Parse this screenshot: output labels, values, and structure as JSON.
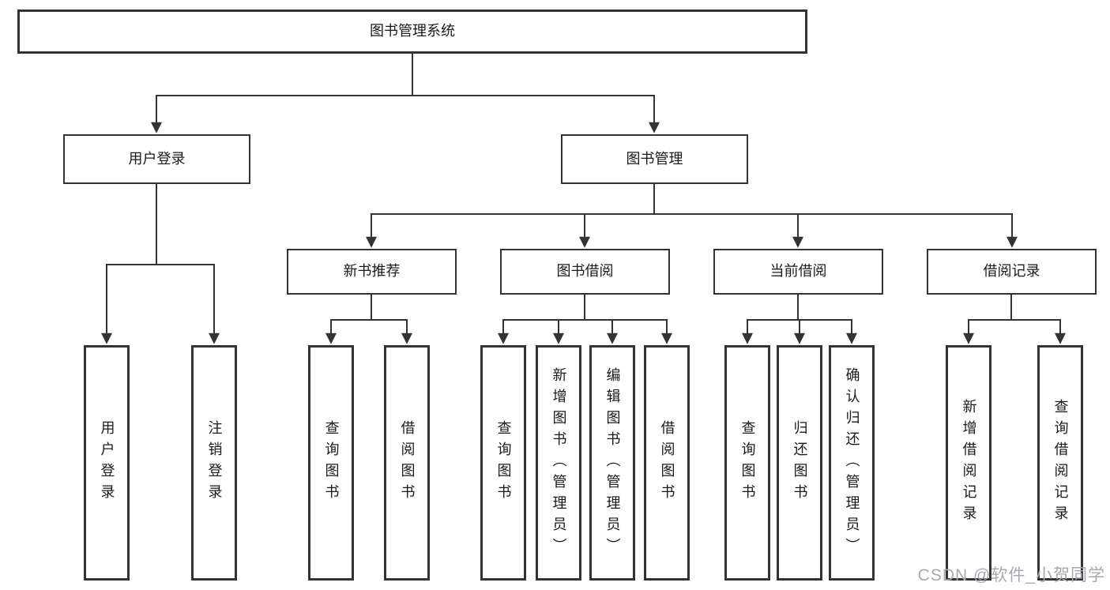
{
  "diagram": {
    "type": "tree",
    "root": {
      "label": "图书管理系统"
    },
    "branches": [
      {
        "label": "用户登录",
        "children": [
          {
            "label": "用户登录"
          },
          {
            "label": "注销登录"
          }
        ]
      },
      {
        "label": "图书管理",
        "children": [
          {
            "label": "新书推荐",
            "children": [
              {
                "label": "查询图书"
              },
              {
                "label": "借阅图书"
              }
            ]
          },
          {
            "label": "图书借阅",
            "children": [
              {
                "label": "查询图书"
              },
              {
                "label": "新增图书（管理员）"
              },
              {
                "label": "编辑图书（管理员）"
              },
              {
                "label": "借阅图书"
              }
            ]
          },
          {
            "label": "当前借阅",
            "children": [
              {
                "label": "查询图书"
              },
              {
                "label": "归还图书"
              },
              {
                "label": "确认归还（管理员）"
              }
            ]
          },
          {
            "label": "借阅记录",
            "children": [
              {
                "label": "新增借阅记录"
              },
              {
                "label": "查询借阅记录"
              }
            ]
          }
        ]
      }
    ],
    "line_color": "#333333",
    "box_border_color": "#333333",
    "box_background": "#ffffff",
    "text_color": "#1a1a1a"
  },
  "watermark": {
    "text": "CSDN @软件_小贺同学",
    "color": "#a6a9ad"
  }
}
